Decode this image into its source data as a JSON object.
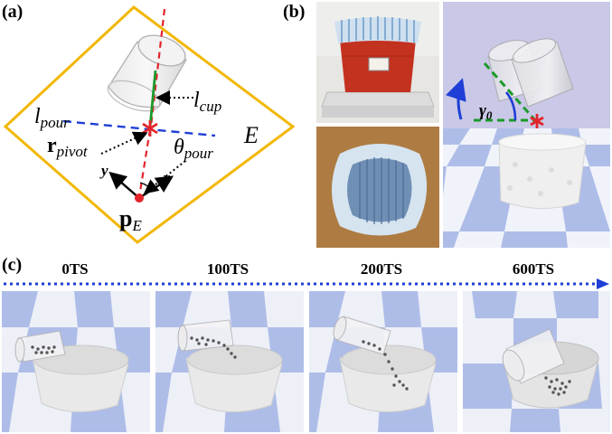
{
  "panels": {
    "a": {
      "label": "(a)"
    },
    "b": {
      "label": "(b)"
    },
    "c": {
      "label": "(c)"
    }
  },
  "diagram_a": {
    "l_pour": {
      "base": "l",
      "sub": "pour"
    },
    "l_cup": {
      "base": "l",
      "sub": "cup"
    },
    "r_pivot": {
      "base": "r",
      "sub": "pivot"
    },
    "theta_pour": {
      "base": "θ",
      "sub": "pour"
    },
    "p_E": {
      "base": "p",
      "sub": "E"
    },
    "E": "E",
    "axis_x": "x",
    "axis_y": "y"
  },
  "diagram_b": {
    "gamma": {
      "base": "γ",
      "sub": "0"
    }
  },
  "timesteps": [
    {
      "label": "0TS"
    },
    {
      "label": "100TS"
    },
    {
      "label": "200TS"
    },
    {
      "label": "600TS"
    }
  ],
  "colors": {
    "frame": "#f2b705",
    "blue_dash": "#1f3fd6",
    "red_dash": "#e3242b",
    "green": "#1a9a2a",
    "checker_blue": "#aebde8",
    "sky": "#c9c8e6"
  }
}
